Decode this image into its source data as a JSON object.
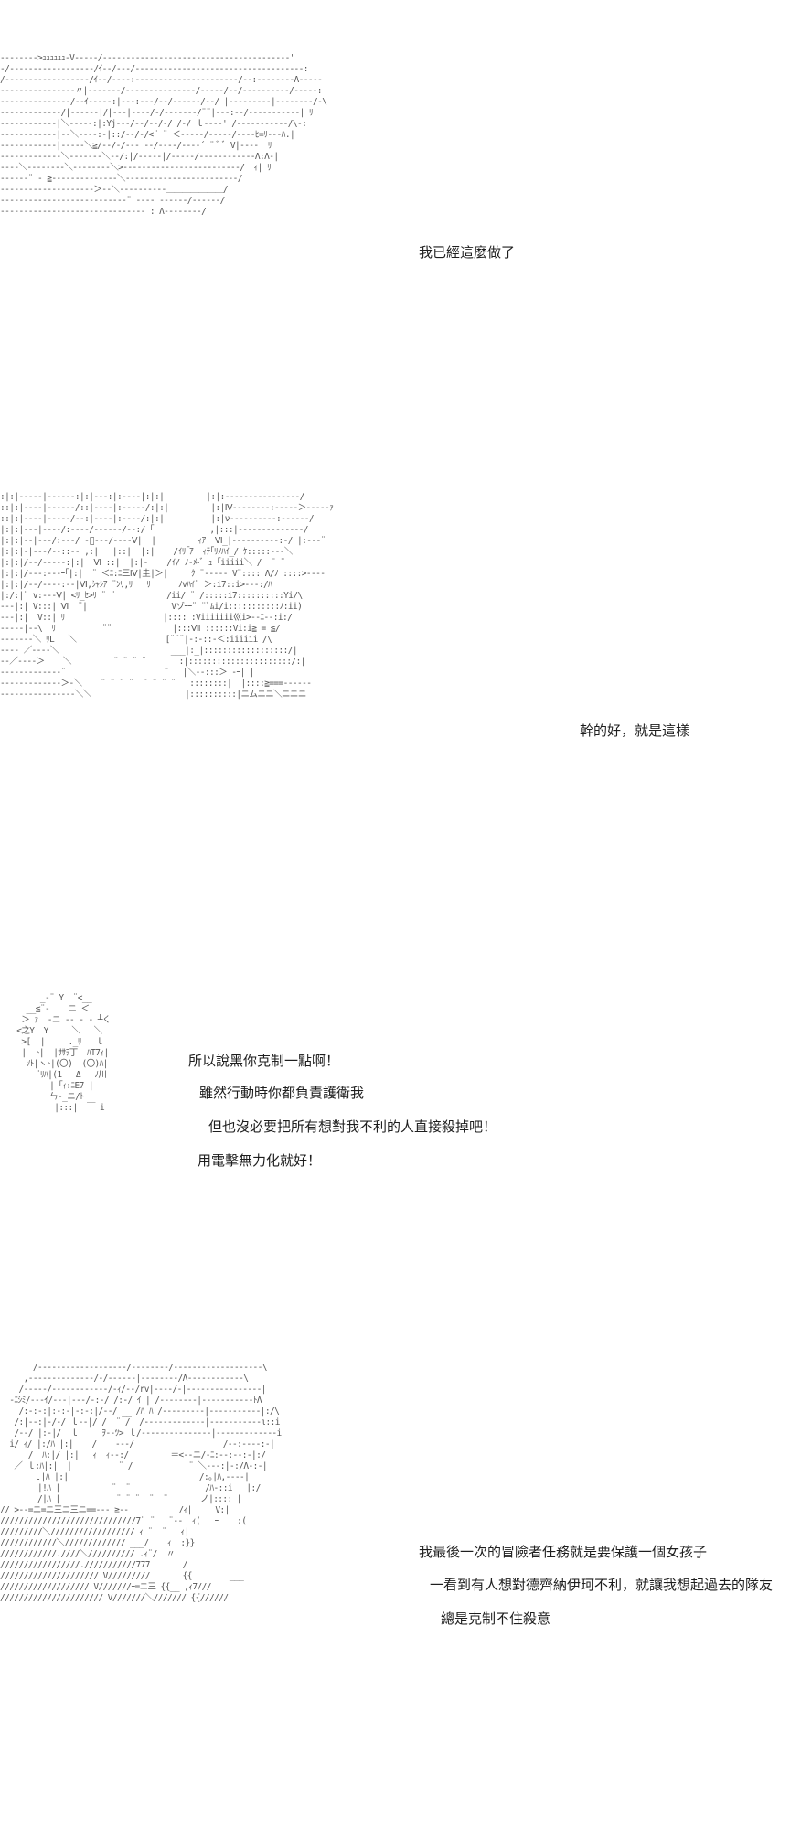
{
  "panels": [
    {
      "art": "-------->ｭｭｭｭｭｭ-V-----/----------------------------------------'\n-/------------------/ｲ--/---/------------------------------------:\n/------------------/ｲ--/----:----------------------/--:--------Λ-----\n----------------〃|-------/---------------/-----/--/----------/-----:\n---------------/--ｲ-----:|---:---/--/------/--/ |---------|--------/-\\\n-------------/|------|/|---|----/-/-------/¨¨|---:--/-----------| ﾘ\n------------|＼-----:|:Yj---/--/--/-/ /-/ ｌ----' /-----------/\\-:\n------------|--＼----:-|::/--/-/<¨ ¨ ＜-----/-----/----ﾋ=ﾘ---ﾊ.|\n------------|-----＼≧/--/-/--- --/----/----´ ¨ ﾞ ﾞ V|----  ﾘ\n-------------＼-------＼--/:|/-----|/-----/------------Λ:Λ-|\n----＼--------＼--------＼>-------------------------/  ｨ| ﾘ\n------¨ ‐ ≧--------------＼------------------------/\n--------------------＞--＼----------＿＿＿＿＿＿＿/\n---------------------------¨ ---- ------/------/\n------------------------------- : Λ--------/",
      "lines": [
        "我已經這麼做了"
      ]
    },
    {
      "art": ":|:|-----|------:|:|---:|:----|:|:|         |:|:----------------/\n::|:|----|------/::|----|:-----/:|:|         |:|Ⅳ--------:-----＞-----ｧ\n::|:|----|-----/--:|----|:----/:|:|          |:|ν----------:------/\n|:|:|---|----/:----/------/--:/ ｢            ,|:::|--------------/\n|:|:|--|---/:---/ -ﾞ---/----Ⅴ|  |         ｨｱ  Ⅵ_|----------:-/ |:---¨\n|:|:|-|---/--::-- ,:|   |::|  |:|    /ｲﾘ｢ｱ  ｨﾃ｢ﾘﾉﾊｲ_/ ｹ:::::---＼\n|:|:|/--/-----:|:|  Ⅵ ::|  |:|-    /ｲ/ ﾉ-ﾒ-ﾞ ｭ ｢iiiii＼ /  ¨ ¨\n|:|:|/---:---ｰ｢|:|  ¨ ＜ﾆ:ﾆ三Ⅳ|圭|＞|     ｸ ¨----- V¨:::: Λ/ﾉ ::::>----\n|:|:|/--/----:--|Ⅵ,ｼｬｼｱ ¨ﾝﾘ,ﾘ   ﾘ      ﾉvﾊｲ¨ ＞:i7::i>---:/ﾊ\n|:/:|¨ v:---Ⅴ| <ﾘ_ｾ>ﾘ ¨ ¨           /ii/ ¨ /:::::i7::::::::::Yi/\\\n---|:| V:::| Ⅵ  ¨|                  Vゾｰｰ¨ ¨ﾞﾑi/i:::::::::::ﾉ:ii)\n---|:|  V::| ﾘ                     |:::: :Viiiiiii巛i>--ﾆ--:i:/\n-----|--\\  ﾘ          ¨¨             |:::Ⅶ ::::::Vi:i≧ = ≦/\n-------＼ ﾘL   ＼                   [¨¨¨|-:-::-＜:iiiiii /\\\n---- ／----＼                        ___|:_|::::::::::::::::::/|\n--／----＞    ＼         ¨ ¨ ¨ ¨       :|::::::::::::::::::::::/:|\n-------------¨                     ¨   |＼--:::＞ -ｰ| |\n-------------＞-＼    ¨ ¨ ¨ ¨  ¨ ¨ ¨ ¨   ::::::::|  |::::≧===------\n----------------＼＼                    |::::::::::|ニムニニ＼ニニニ",
      "lines": [
        "幹的好，就是這樣"
      ]
    },
    {
      "art": "       _-¨ Y  ¨<__\n    __≦¨-    ニ ＜\n   ＞ ｧ  ‐ニ -- - ‐ ┴く\n  <之Y  Y     ＼   ＼\n   >[  |     ._ﾘ   ｌ\n   |  ﾄ|  |ｻｻｦ丁  ﾊT7ｨ|\n    ｿﾄ|ヽﾄ|(〇)  (〇)ﾊ|\n      ¨ﾘﾊ|(1   Δ   ﾉ川\n         |「ｨ:ﾆE7 |\n         ㄣ-_ニ/ﾄ\n          |:::|  ￣ i",
      "lines": [
        "所以說黑你克制一點啊！",
        "雖然行動時你都負責護衛我",
        "但也沒必要把所有想對我不利的人直接殺掉吧！",
        "用電擊無力化就好！"
      ]
    },
    {
      "art": "       /-------------------/--------/-------------------\\\n     ,--------------/-/------|--------/Λ------------\\\n    /-----/------------/-ｨ/--/rv|----/-|----------------|\n  -ﾆｼﾐ/---ｲ/---|---/-:-/ /:-/ ｲ | /--------|-----------ﾄΛ\n    /:-:-:|:-:-|-:-:|/--/ __ /ﾊ ﾊ /---------|-----------|:/\\\n   /:|--:|-/-/ ｌ--|/ /  ¨ /  /-------------|-----------ι::i\n   /--/ |:-|/  ｌ     ｦ--ﾂ> ｌ/---------------|-------------i\n  i/ ｨ/ |:/ﾊ |:|    /    ---/                ___/--:----:-|\n      /  ﾊ:|/ |:|   ｨ  ｨ--:/         ＝<--ニ/-ﾆ:--:--:-|:/\n   ／ ｌ:ﾊ|:|  |          ¨ /            ¨ ＼---:|-:/Λ-:-|\n       ｌ|ﾊ |:|                            /:｡|ﾊ,----|\n        |!ﾊ |           ¨  ¨                /ﾊ-::i   |:/\n        /|ﾊ |            ¨ ¨ ¨  ¨  ¨       ノ|:::: |\n// >--=ニ=ニ三ニ三ニ==--- ≧-- ＿        /ｨ|     V:|\n/////////////////////////////7¨ ¨   ¨--  ｨ(   ｰ    :(\n/////////＼////////////////// ｨ ¨  ¨   ｨ|\n////////////＼///////////// ___/    ｨ  :}}\n////////////.////＼////////// .ｨ¨/  〃\n/////////////////.///////////777       /\n///////////////////// V/////////       {{        ___\n/////////////////// V///////ｰ=ニ三 {{__ ,ｨ7///\n////////////////////// V///////＼/////// {{//////",
      "lines": [
        "我最後一次的冒險者任務就是要保護一個女孩子",
        "一看到有人想對德齊納伊珂不利，就讓我想起過去的隊友",
        "總是克制不住殺意"
      ]
    }
  ]
}
